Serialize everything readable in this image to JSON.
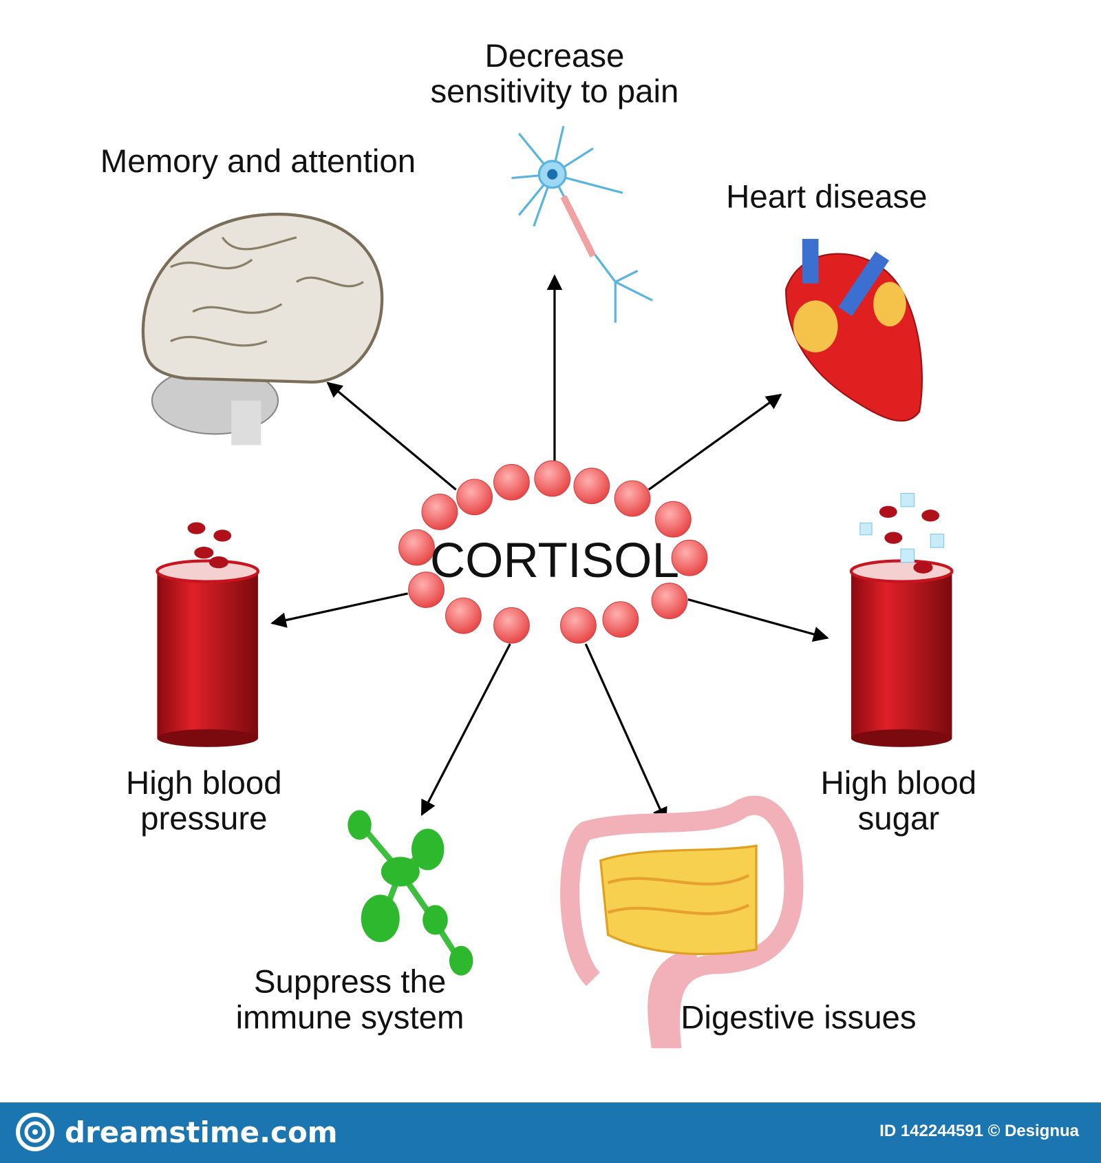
{
  "center_label": "CORTISOL",
  "effects": {
    "pain": [
      "Decrease",
      "sensitivity to pain"
    ],
    "memory": "Memory and attention",
    "heart": "Heart disease",
    "blood_pressure": [
      "High blood",
      "pressure"
    ],
    "blood_sugar": [
      "High blood",
      "sugar"
    ],
    "immune": [
      "Suppress the",
      "immune system"
    ],
    "digestive": "Digestive issues"
  },
  "footer": {
    "brand": "dreamstime.com",
    "credit": "ID 142244591 © Designua"
  },
  "colors": {
    "footer": "#1a75b0",
    "molecule": "#f06a6a",
    "vessel": "#c8141e"
  }
}
